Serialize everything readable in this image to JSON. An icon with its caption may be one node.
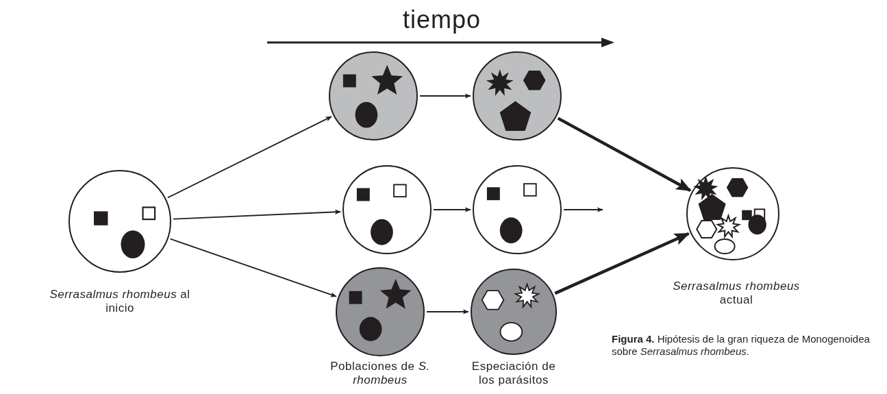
{
  "diagram": {
    "title": "tiempo",
    "caption": "**Figura 4.** Hipótesis de la gran riqueza de Monogenoidea sobre *Serrasalmus rhombeus*.",
    "nodes": [
      {
        "text": [],
        "shape": "circle",
        "beside": [
          "*Serrasalmus rhombeus* al inicio"
        ]
      },
      {
        "text": [],
        "shape": "circle"
      },
      {
        "text": [],
        "shape": "circle"
      },
      {
        "text": [],
        "shape": "circle"
      },
      {
        "text": [],
        "shape": "circle"
      },
      {
        "text": [],
        "shape": "circle",
        "beside": [
          "Poblaciones de *S. rhombeus*"
        ]
      },
      {
        "text": [],
        "shape": "circle",
        "beside": [
          "Especiación de los parásitos"
        ]
      },
      {
        "text": [],
        "shape": "circle",
        "beside": [
          "*Serrasalmus rhombeus* actual"
        ]
      }
    ],
    "edges": [
      {
        "from": 0,
        "to": 1,
        "arrow": "to"
      },
      {
        "from": 0,
        "to": 3,
        "arrow": "to"
      },
      {
        "from": 0,
        "to": 5,
        "arrow": "to"
      },
      {
        "from": 1,
        "to": 2,
        "arrow": "to"
      },
      {
        "from": 3,
        "to": 4,
        "arrow": "to"
      },
      {
        "from": 5,
        "to": 6,
        "arrow": "to"
      },
      {
        "from": 4,
        "to": null,
        "arrow": "to"
      },
      {
        "from": 2,
        "to": 7,
        "arrow": "to",
        "style": "thick"
      },
      {
        "from": 6,
        "to": 7,
        "arrow": "to",
        "style": "thick"
      }
    ]
  }
}
